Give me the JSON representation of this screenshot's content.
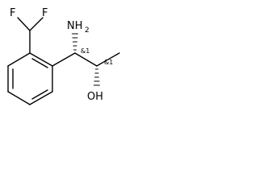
{
  "molecule": {
    "atoms": {
      "f_left": "F",
      "f_right": "F",
      "amine": "NH",
      "amine_subscript": "2",
      "hydroxyl": "OH"
    },
    "stereo_labels": {
      "c1": "&1",
      "c2": "&1"
    }
  }
}
